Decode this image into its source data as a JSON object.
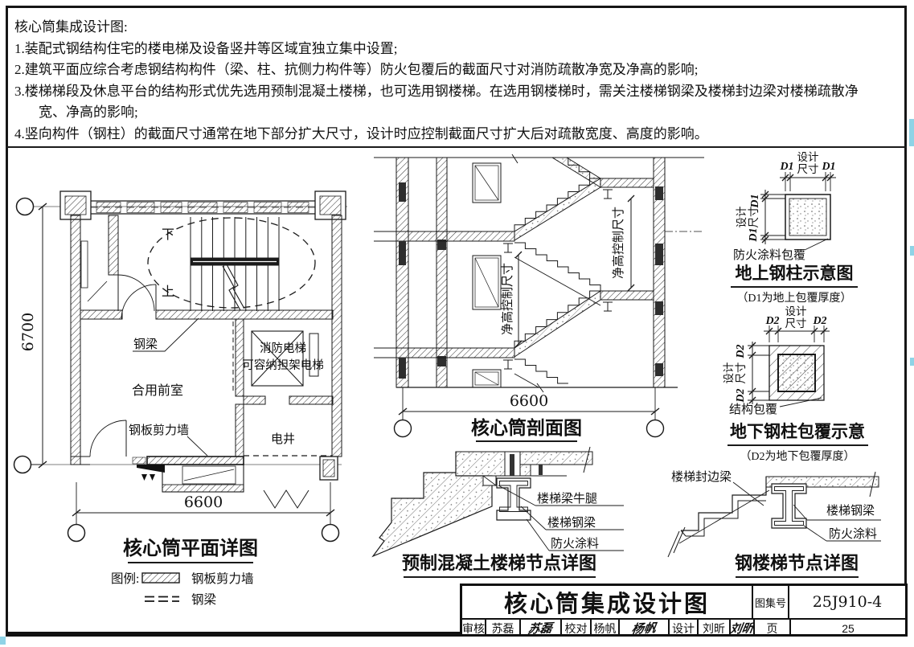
{
  "notes": {
    "title": "核心筒集成设计图:",
    "line1": "1.装配式钢结构住宅的楼电梯及设备竖井等区域宜独立集中设置;",
    "line2": "2.建筑平面应综合考虑钢结构构件（梁、柱、抗侧力构件等）防火包覆后的截面尺寸对消防疏散净宽及净高的影响;",
    "line3": "3.楼梯梯段及休息平台的结构形式优先选用预制混凝土楼梯，也可选用钢楼梯。在选用钢楼梯时，需关注楼梯钢梁及楼梯封边梁对楼梯疏散净",
    "line3b": "宽、净高的影响;",
    "line4": "4.竖向构件（钢柱）的截面尺寸通常在地下部分扩大尺寸，设计时应控制截面尺寸扩大后对疏散宽度、高度的影响。"
  },
  "plan": {
    "title": "核心筒平面详图",
    "dim_v": "6700",
    "dim_h": "6600",
    "down": "下",
    "up": "上",
    "steel_beam": "钢梁",
    "front_room": "合用前室",
    "elevator_line1": "消防电梯",
    "elevator_line2": "可容纳担架电梯",
    "shaft": "电井",
    "shear_wall": "钢板剪力墙",
    "legend_title": "图例:",
    "legend_shear_wall": "钢板剪力墙",
    "legend_steel_beam": "钢梁"
  },
  "section": {
    "title": "核心筒剖面图",
    "dim_h": "6600",
    "clear_height": "净高控制尺寸"
  },
  "precast": {
    "title": "预制混凝土楼梯节点详图",
    "label_corbel": "楼梯梁牛腿",
    "label_beam": "楼梯钢梁",
    "label_coating": "防火涂料"
  },
  "column_above": {
    "title": "地上钢柱示意图",
    "subtitle": "（D1为地上包覆厚度）",
    "d": "D1",
    "design1": "设计",
    "design2": "尺寸",
    "coating": "防火涂料包覆"
  },
  "column_below": {
    "title": "地下钢柱包覆示意",
    "subtitle": "（D2为地下包覆厚度）",
    "d": "D2",
    "design1": "设计",
    "design2": "尺寸",
    "coating": "结构包覆"
  },
  "steel_stair": {
    "title": "钢楼梯节点详图",
    "label_edge_beam": "楼梯封边梁",
    "label_beam": "楼梯钢梁",
    "label_coating": "防火涂料"
  },
  "title_block": {
    "title": "核心筒集成设计图",
    "atlas_label": "图集号",
    "atlas_no": "25J910-4",
    "page_label": "页",
    "page_no": "25",
    "review_label": "审核",
    "review_name": "苏磊",
    "review_sign": "苏磊",
    "proof_label": "校对",
    "proof_name": "杨帆",
    "proof_sign": "杨帆",
    "design_label": "设计",
    "design_name": "刘昕",
    "design_sign": "刘昕"
  },
  "colors": {
    "line": "#1a1a1a",
    "edge_artifact": "#8fd3e6"
  }
}
